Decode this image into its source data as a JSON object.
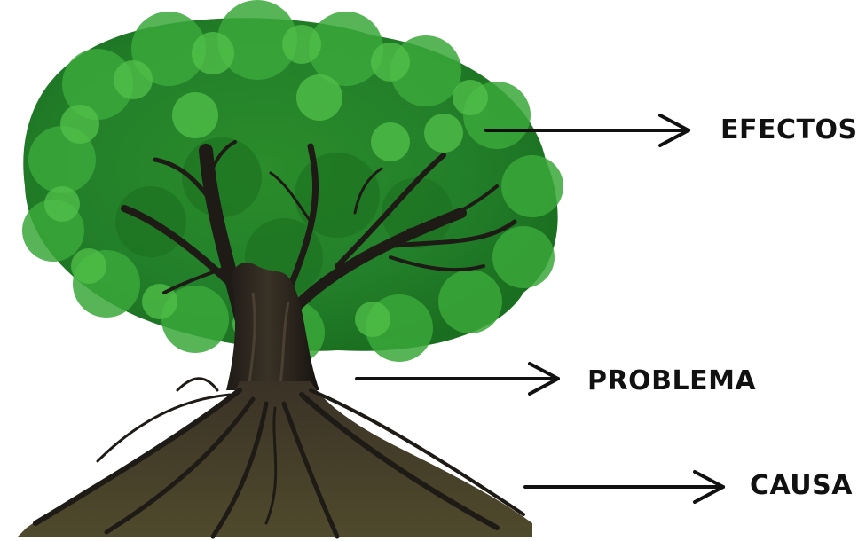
{
  "diagram": {
    "labels": {
      "effects": "EFECTOS",
      "problem": "PROBLEMA",
      "cause": "CAUSA"
    },
    "colors": {
      "foliage_dark": "#1f7a1f",
      "foliage_mid": "#2f9a2f",
      "foliage_light": "#4cbf45",
      "bark_dark": "#1e1a16",
      "bark_mid": "#3a3226",
      "bark_olive": "#4f4a2c",
      "arrow": "#111111"
    },
    "icons": {
      "tree": "tree-illustration",
      "arrow": "right-arrow-icon"
    }
  }
}
